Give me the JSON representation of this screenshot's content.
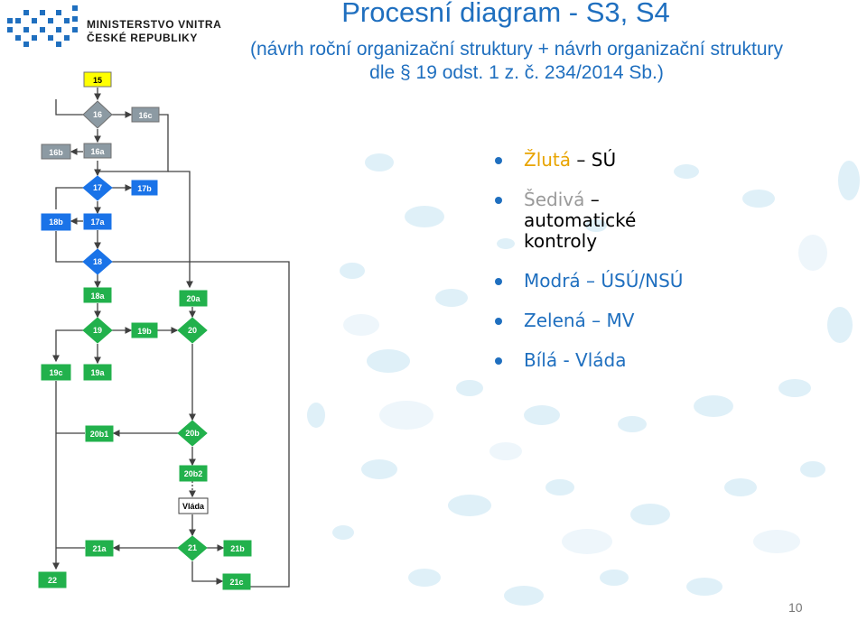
{
  "header": {
    "ministry_line1": "MINISTERSTVO VNITRA",
    "ministry_line2": "ČESKÉ REPUBLIKY",
    "title": "Procesní diagram  - S3, S4",
    "subtitle_line1": "(návrh roční organizační struktury + návrh organizační struktury",
    "subtitle_line2": "dle § 19 odst. 1 z. č. 234/2014 Sb.)"
  },
  "legend": {
    "items": [
      {
        "color_word": "Žlutá",
        "dash": "–",
        "meaning": "SÚ",
        "color": "#e8a400"
      },
      {
        "color_word": "Šedivá",
        "dash": "–",
        "meaning_line1": "automatické",
        "meaning_line2": "kontroly",
        "color": "#9a9a9a"
      },
      {
        "color_word": "Modrá",
        "dash": "–",
        "meaning": "ÚSÚ/NSÚ",
        "color": "#1f6fbf"
      },
      {
        "color_word": "Zelená",
        "dash": "–",
        "meaning": "MV",
        "color": "#1f6fbf"
      },
      {
        "color_word": "Bílá",
        "dash": "-",
        "meaning": "Vláda",
        "color": "#1f6fbf"
      }
    ]
  },
  "colors": {
    "title": "#1f6fbf",
    "yellow": "#ffff00",
    "grey": "#8c9aa3",
    "blue": "#1a73e8",
    "green": "#22b14c",
    "white": "#ffffff",
    "line": "#404040"
  },
  "nodes": {
    "n15": "15",
    "n16": "16",
    "n16c": "16c",
    "n16b": "16b",
    "n16a": "16a",
    "n17": "17",
    "n17b": "17b",
    "n18b": "18b",
    "n17a": "17a",
    "n18": "18",
    "n18a": "18a",
    "n20a": "20a",
    "n19": "19",
    "n19b": "19b",
    "n20": "20",
    "n19c": "19c",
    "n19a": "19a",
    "n20b1": "20b1",
    "n20b": "20b",
    "n20b2": "20b2",
    "vlada": "Vláda",
    "n21a": "21a",
    "n21": "21",
    "n21b": "21b",
    "n22": "22",
    "n21c": "21c"
  },
  "footer": {
    "page_number": "10"
  }
}
